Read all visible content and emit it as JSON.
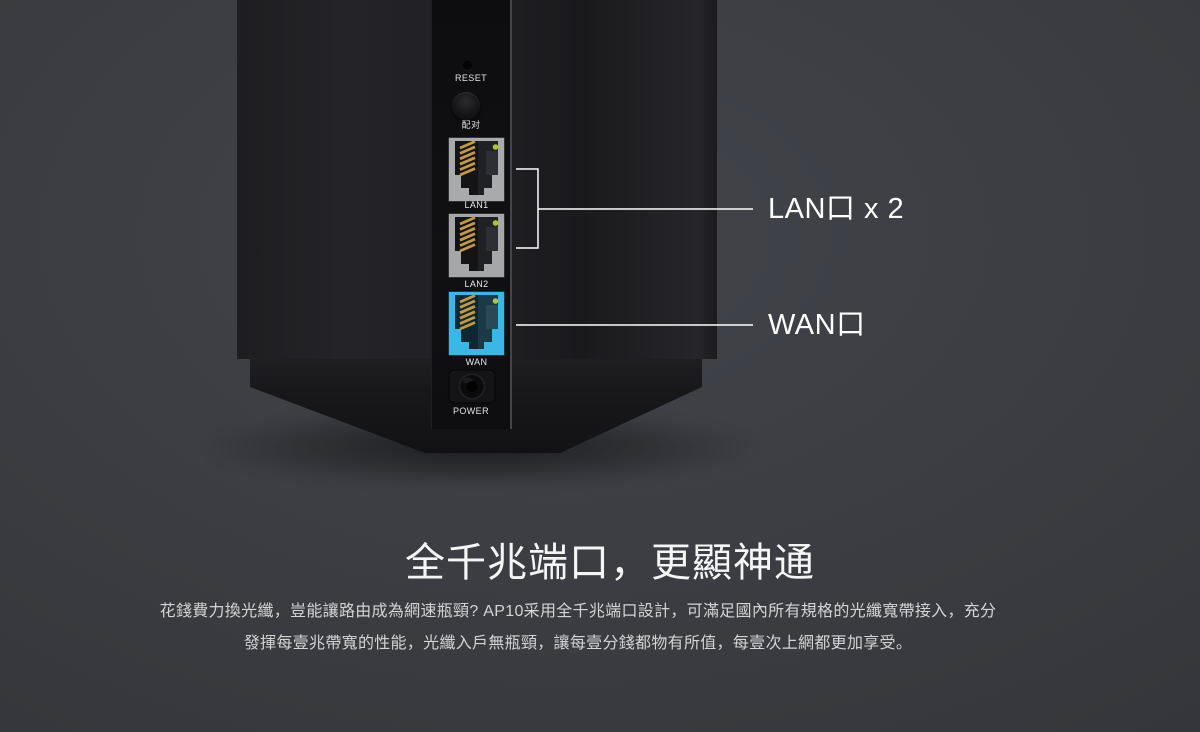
{
  "device": {
    "name": "router-rear-view",
    "panel": {
      "reset_label": "RESET",
      "pair_label": "配对",
      "ports": [
        {
          "label": "LAN1",
          "type": "lan",
          "bezel_color": "#a9aaac",
          "cavity_color": "#141417"
        },
        {
          "label": "LAN2",
          "type": "lan",
          "bezel_color": "#a6a7a9",
          "cavity_color": "#141417"
        },
        {
          "label": "WAN",
          "type": "wan",
          "bezel_color": "#3cb6e6",
          "cavity_color": "#0d2733"
        }
      ],
      "power_label": "POWER"
    }
  },
  "callouts": {
    "lan": {
      "label": "LAN口 x 2"
    },
    "wan": {
      "label": "WAN口"
    },
    "line_color": "#ffffff"
  },
  "section": {
    "heading": "全千兆端口，更顯神通",
    "body_line1": "花錢費力換光纖，豈能讓路由成為網速瓶頸? AP10采用全千兆端口設計，可滿足國內所有規格的光纖寬帶接入，充分",
    "body_line2": "發揮每壹兆帶寬的性能，光纖入戶無瓶頸，讓每壹分錢都物有所值，每壹次上網都更加享受。"
  },
  "colors": {
    "background": "#3a3c41",
    "device_black": "#1e1e21",
    "wan_blue": "#3cb6e6",
    "lan_gray": "#a9aaac",
    "led": "#a9c837",
    "pin_gold": "#c39b3e",
    "callout_line": "#ffffff",
    "heading_text": "#f5f5f6",
    "body_text": "#d4d4d6"
  }
}
